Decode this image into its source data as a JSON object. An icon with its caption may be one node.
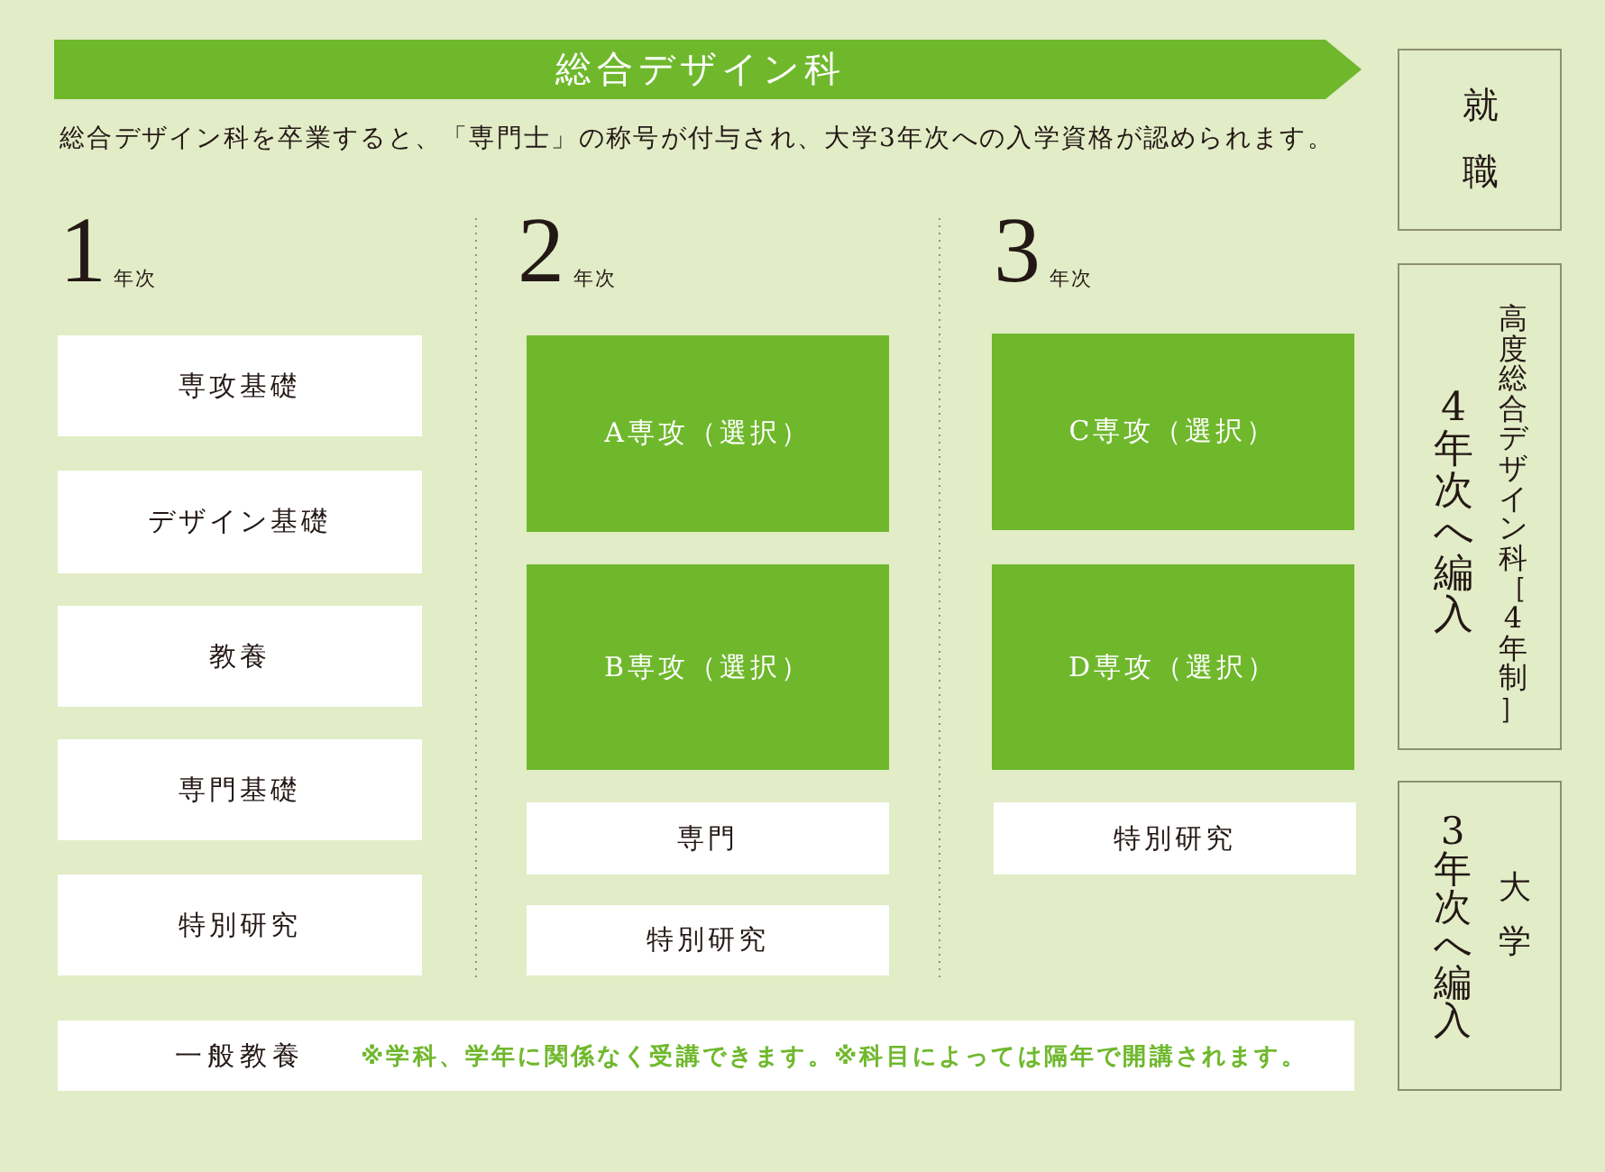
{
  "diagram": {
    "nodes": [
      {
        "text": [
          "総合デザイン科"
        ]
      },
      {
        "text": [
          "専攻基礎"
        ]
      },
      {
        "text": [
          "デザイン基礎"
        ]
      },
      {
        "text": [
          "教養"
        ]
      },
      {
        "text": [
          "専門基礎"
        ]
      },
      {
        "text": [
          "特別研究"
        ]
      },
      {
        "text": [
          "A専攻（選択）"
        ]
      },
      {
        "text": [
          "B専攻（選択）"
        ]
      },
      {
        "text": [
          "専門"
        ]
      },
      {
        "text": [
          "特別研究"
        ]
      },
      {
        "text": [
          "C専攻（選択）"
        ]
      },
      {
        "text": [
          "D専攻（選択）"
        ]
      },
      {
        "text": [
          "特別研究"
        ]
      },
      {
        "text": [
          "一般教養",
          "※学科、学年に関係なく受講できます。※科目によっては隔年で開講されます。"
        ]
      },
      {
        "text": [
          "就職"
        ]
      },
      {
        "text": [
          "4年次へ編入",
          "高度総合デザイン科［4年制］"
        ]
      },
      {
        "text": [
          "3年次へ編入",
          "大学"
        ]
      }
    ],
    "labels": [
      "総合デザイン科を卒業すると、「専門士」の称号が付与され、大学3年次への入学資格が認められます。",
      "1",
      "年次",
      "2",
      "年次",
      "3",
      "年次"
    ]
  }
}
